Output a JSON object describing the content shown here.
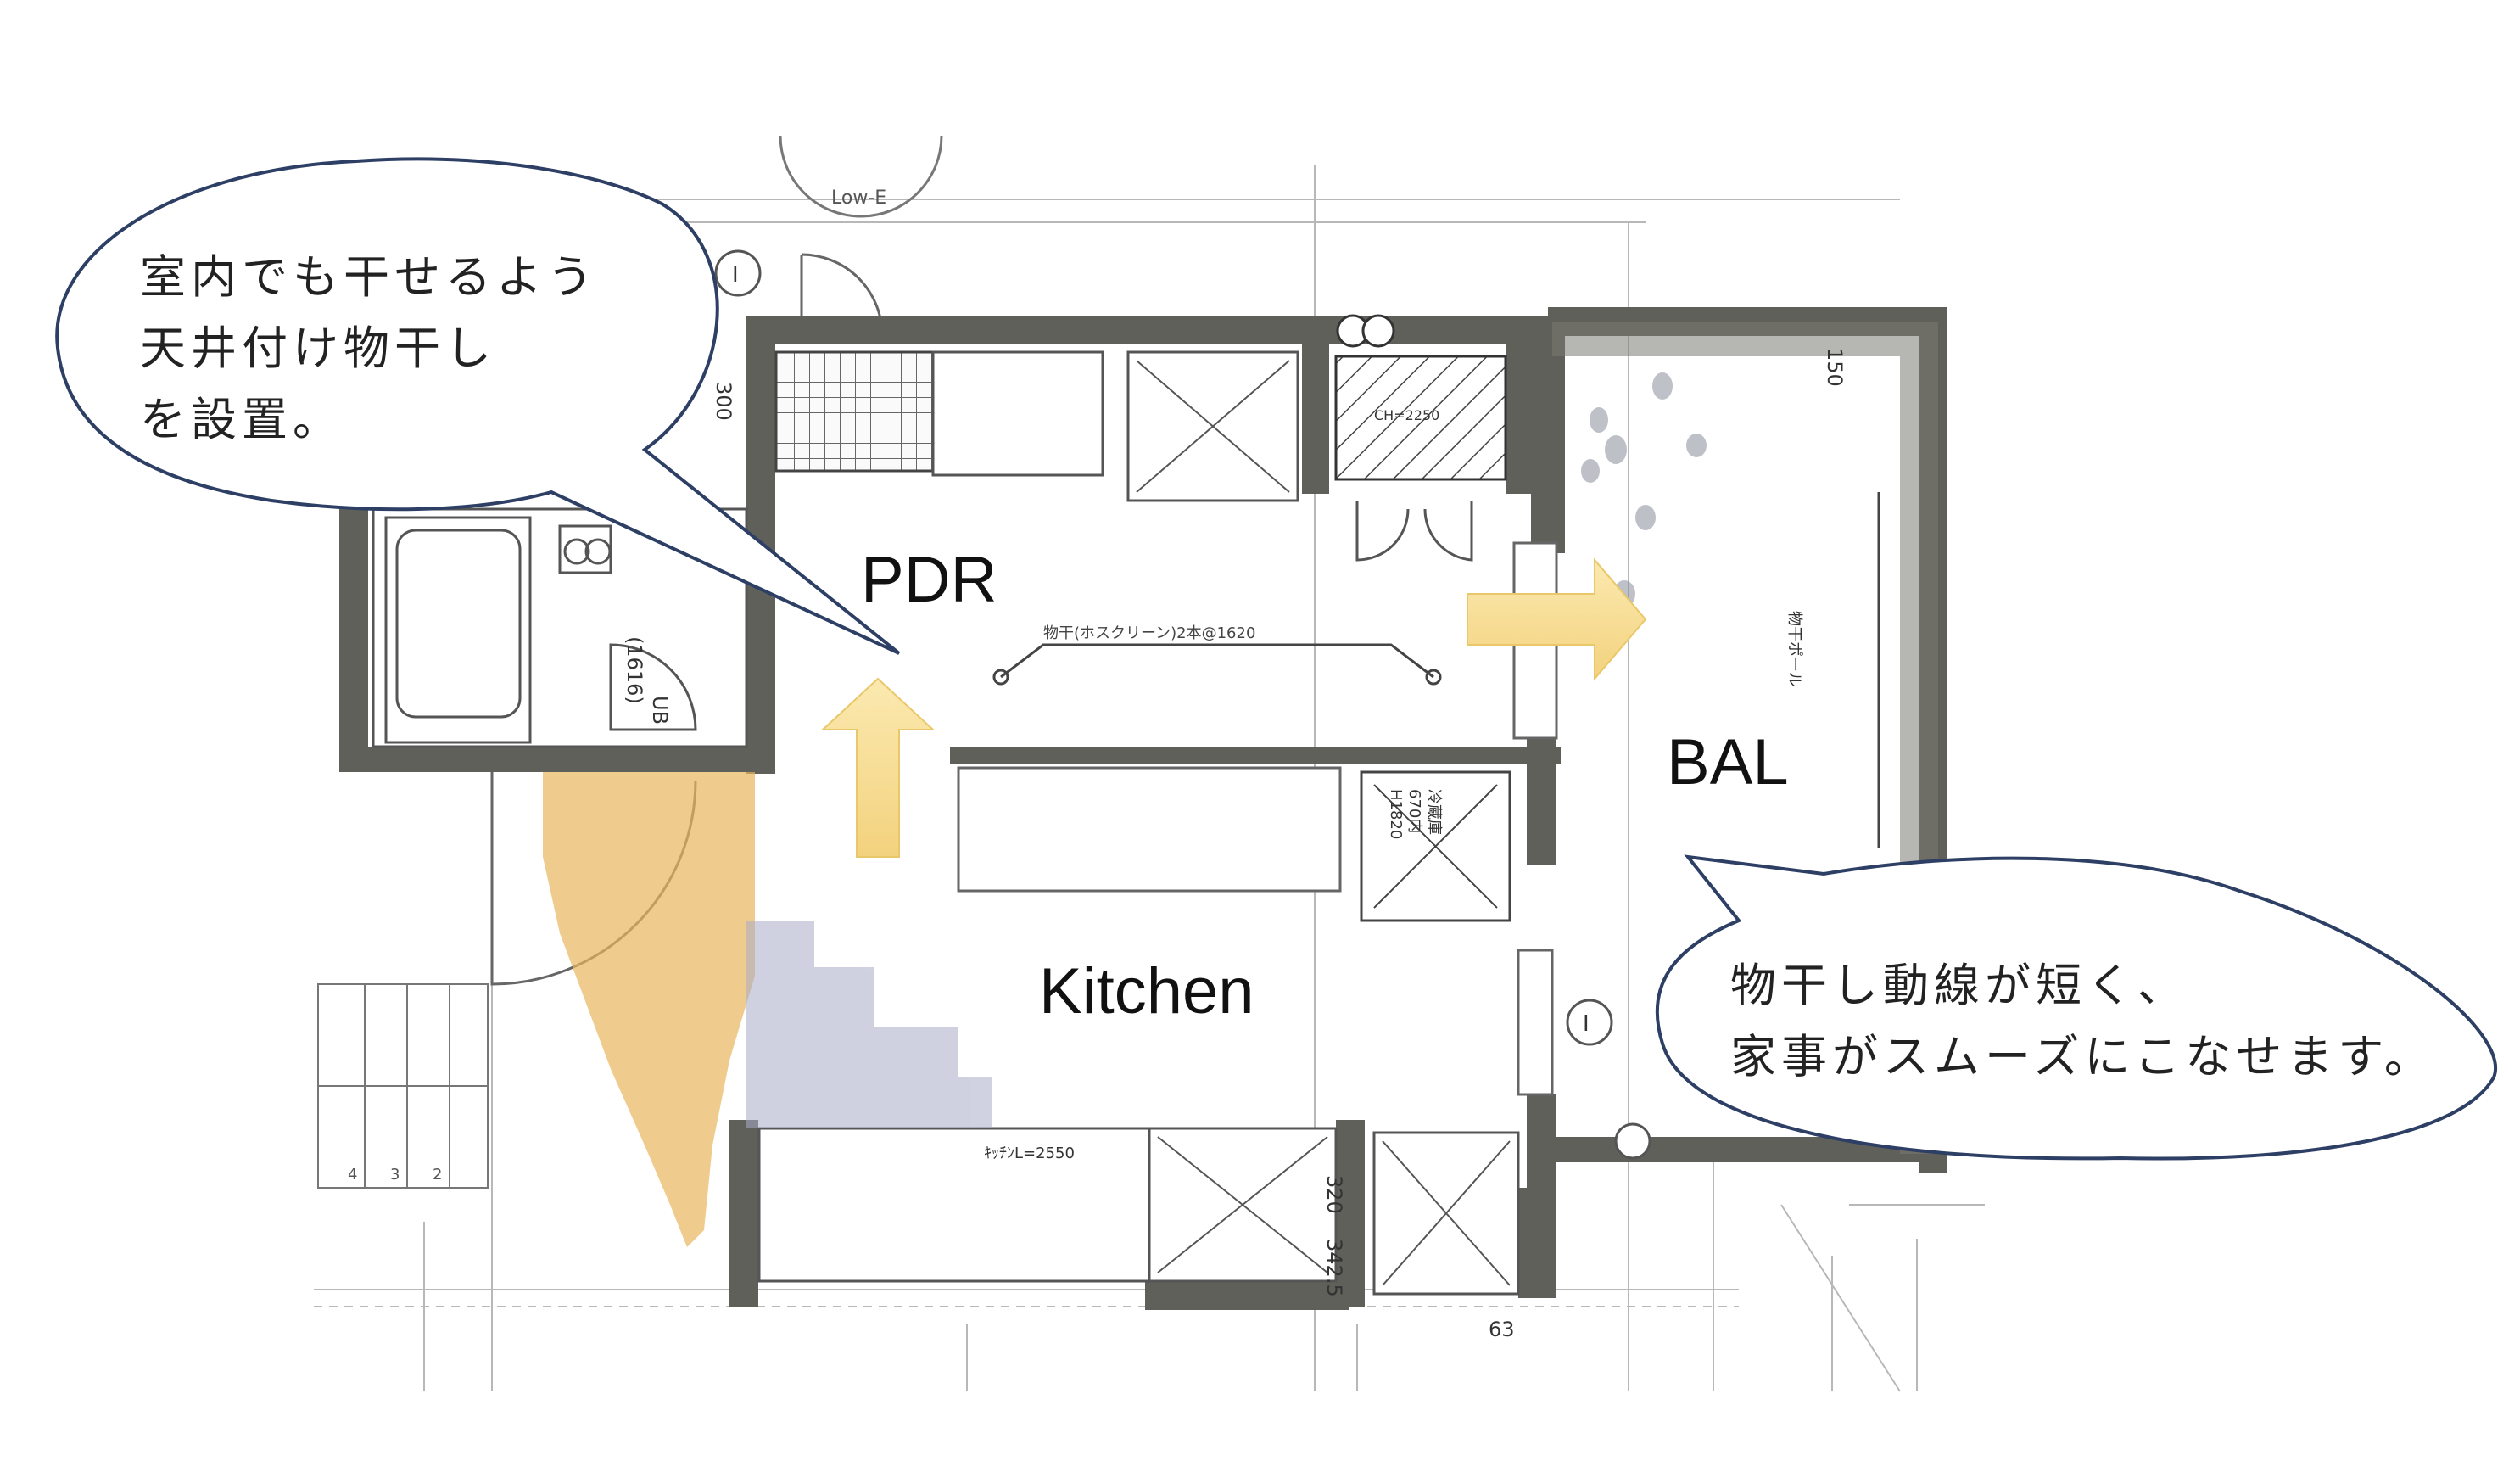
{
  "rooms": {
    "pdr": "PDR",
    "kitchen": "Kitchen",
    "bal": "BAL"
  },
  "callouts": {
    "top_left": {
      "line1": "室内でも干せるよう",
      "line2": "天井付け物干し",
      "line3": "を設置。"
    },
    "bottom_right": {
      "line1": "物干し動線が短く、",
      "line2": "家事がスムーズにこなせます。"
    }
  },
  "plan_labels": {
    "lowe": "Low-E",
    "ub": "UB",
    "ub_size": "(1616)",
    "dim_300": "300",
    "dim_150": "150",
    "dim_320": "320",
    "dim_342": "342.5",
    "dim_63": "63",
    "ch": "CH=2250",
    "hanger_bar": "物干(ホスクリーン)2本@1620",
    "kitchen_len": "ｷｯﾁﾝL=2550",
    "fridge": "冷蔵庫",
    "fridge_w": "670内",
    "fridge_h": "H1820",
    "bal_pole": "物干ポール",
    "marker_i": "I",
    "stair_4": "4",
    "stair_3": "3",
    "stair_2": "2"
  },
  "colors": {
    "wall": "#5f605a",
    "arrow": "#f7df9a",
    "arrow_edge": "#e9c86a",
    "stain_yellow": "#e8b75c",
    "stain_blue": "#a9acc8",
    "bubble_stroke": "#2d3f64",
    "line": "#8a8a8a"
  }
}
